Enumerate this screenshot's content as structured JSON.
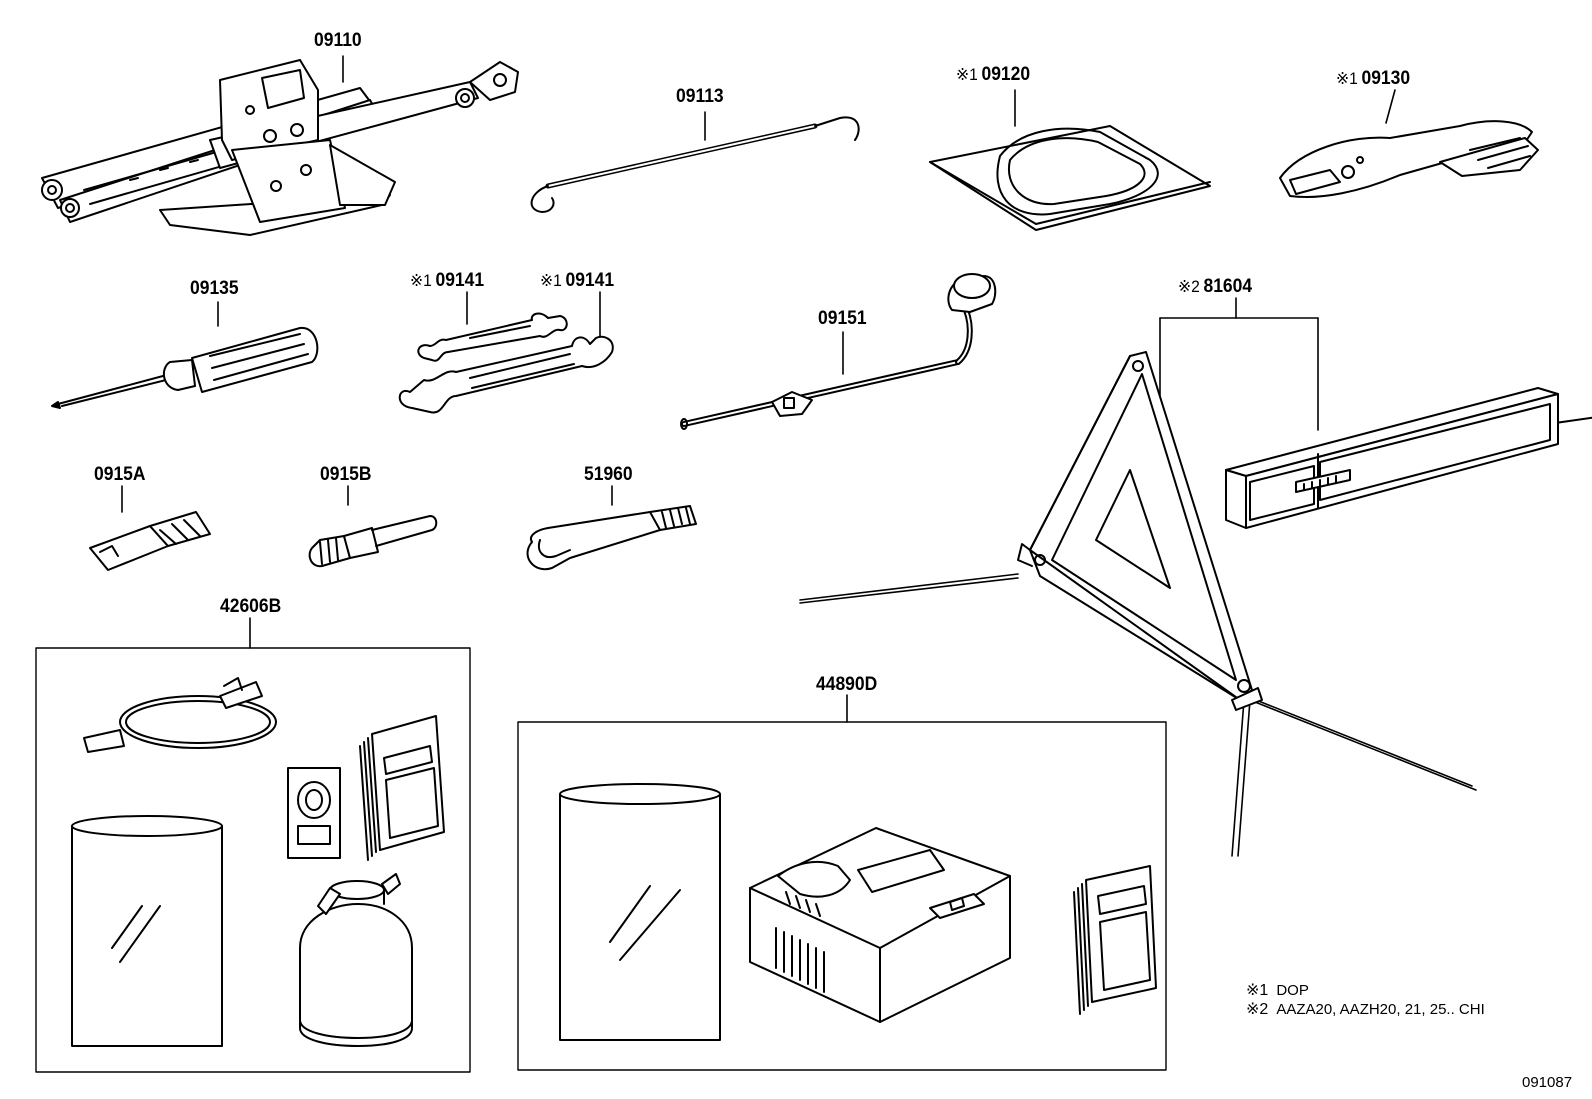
{
  "parts": {
    "p09110": "09110",
    "p09113": "09113",
    "p09120": "09120",
    "p09130": "09130",
    "p09135": "09135",
    "p09141a": "09141",
    "p09141b": "09141",
    "p09151": "09151",
    "p81604": "81604",
    "p0915A": "0915A",
    "p0915B": "0915B",
    "p51960": "51960",
    "p42606B": "42606B",
    "p44890D": "44890D"
  },
  "marks": {
    "m1": "※1",
    "m2": "※2"
  },
  "legend": {
    "note1_mark": "※1",
    "note1_text": "DOP",
    "note2_mark": "※2",
    "note2_text": "AAZA20, AAZH20, 21, 25.. CHI"
  },
  "diagram_number": "091087"
}
